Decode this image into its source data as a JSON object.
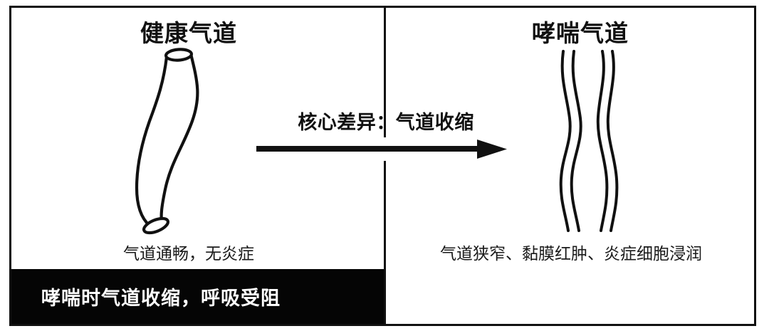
{
  "diagram": {
    "title_internal": "健康气道 vs 哮喘气道 对比图",
    "background_color": "#ffffff",
    "line_color": "#111111",
    "banner_color": "#050505",
    "banner_text_color": "#ffffff"
  },
  "panels": {
    "left": {
      "title": "健康气道",
      "caption": "气道通畅，无炎症",
      "illustration": "healthy-airway-tube-icon"
    },
    "right": {
      "title": "哮喘气道",
      "caption": "气道狭窄、黏膜红肿、炎症细胞浸润",
      "illustration": "constricted-airway-lines-icon"
    }
  },
  "center": {
    "arrow_label": "核心差异：气道收缩",
    "arrow_icon": "right-arrow-icon"
  },
  "banner": {
    "text": "哮喘时气道收缩，呼吸受阻"
  }
}
